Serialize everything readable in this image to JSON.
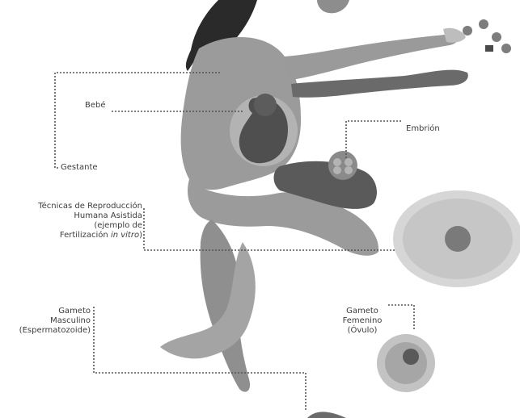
{
  "colors": {
    "skin_dark": "#6f6f6f",
    "skin": "#9b9b9b",
    "skin_light": "#bdbdbd",
    "hair": "#2a2a2a",
    "cushion": "#555555",
    "fetus": "#4f4f4f",
    "ovum_bg": "#d6d6d6",
    "ovum_dot": "#a8a8a8",
    "leader_line": "#555555"
  },
  "labels": {
    "gestante": "Gestante",
    "bebe": "Bebé",
    "embrion": "Embrión",
    "tecnicas_line1": "Técnicas de Reproducción",
    "tecnicas_line2": "Humana Asistida",
    "tecnicas_line3": "(ejemplo de",
    "tecnicas_line4_prefix": "Fertilización ",
    "tecnicas_line4_italic": "in vitro",
    "tecnicas_line4_suffix": ")",
    "gameto_m_line1": "Gameto",
    "gameto_m_line2": "Masculino",
    "gameto_m_line3": "(Espermatozoide)",
    "gameto_f_line1": "Gameto",
    "gameto_f_line2": "Femenino",
    "gameto_f_line3": "(Óvulo)"
  }
}
